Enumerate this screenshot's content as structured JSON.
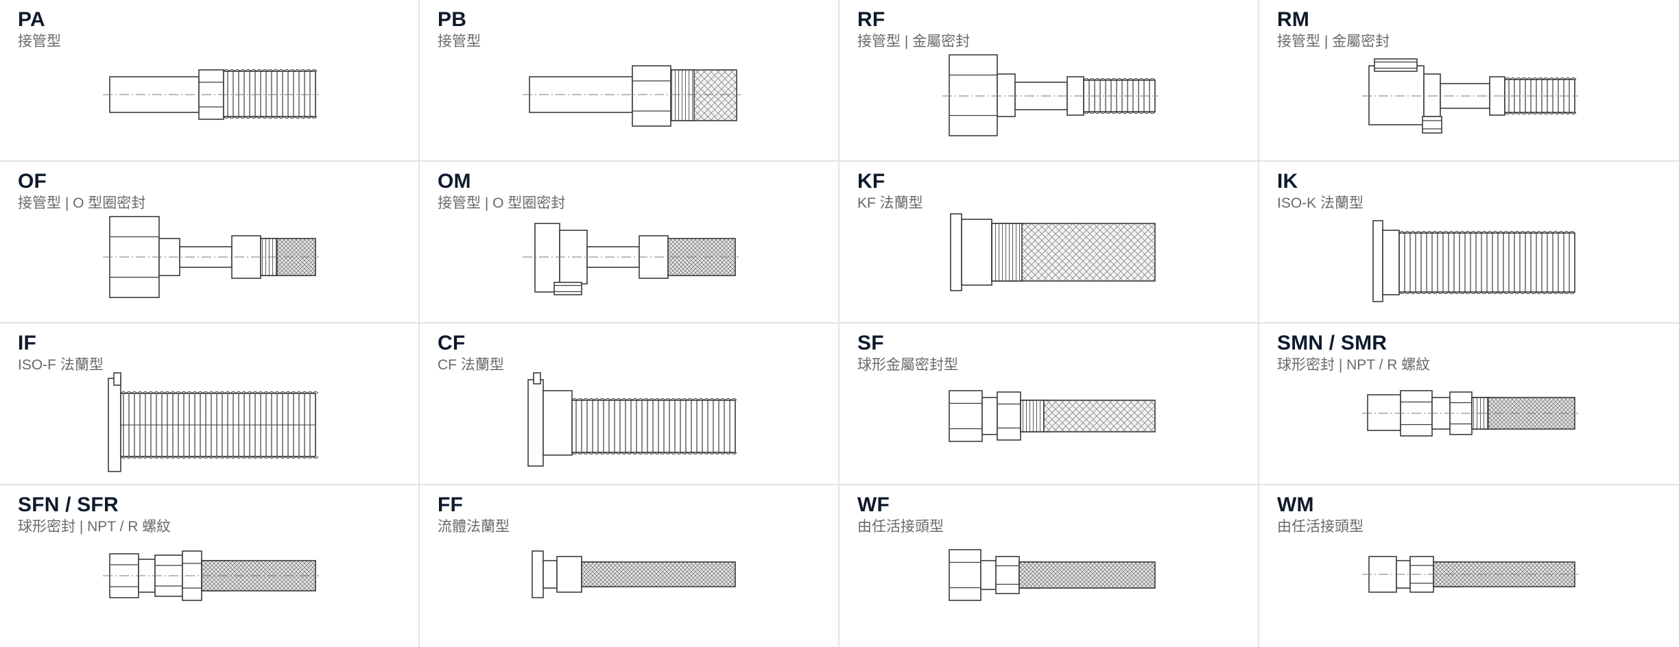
{
  "colors": {
    "line": "#3a3a3a",
    "fill": "#ffffff",
    "code_text": "#0e1a2c",
    "desc_text": "#6a6a6a",
    "divider": "#e3e3e3"
  },
  "fittings": [
    {
      "code": "PA",
      "desc": "接管型",
      "icon": "pipe-stub-corrugated-hose-icon",
      "kind": "pa"
    },
    {
      "code": "PB",
      "desc": "接管型",
      "icon": "pipe-stub-braided-hose-icon",
      "kind": "pb"
    },
    {
      "code": "RF",
      "desc": "接管型 | 金屬密封",
      "icon": "female-nut-pipe-metal-seal-icon",
      "kind": "rf"
    },
    {
      "code": "RM",
      "desc": "接管型 | 金屬密封",
      "icon": "male-nut-pipe-metal-seal-icon",
      "kind": "rm"
    },
    {
      "code": "OF",
      "desc": "接管型 | O 型圈密封",
      "icon": "female-nut-pipe-o-ring-icon",
      "kind": "of"
    },
    {
      "code": "OM",
      "desc": "接管型 | O 型圈密封",
      "icon": "male-nut-pipe-o-ring-icon",
      "kind": "om"
    },
    {
      "code": "KF",
      "desc": "KF 法蘭型",
      "icon": "kf-flange-braided-hose-icon",
      "kind": "kf"
    },
    {
      "code": "IK",
      "desc": "ISO-K 法蘭型",
      "icon": "iso-k-flange-corrugated-hose-icon",
      "kind": "ik"
    },
    {
      "code": "IF",
      "desc": "ISO-F 法蘭型",
      "icon": "iso-f-flange-corrugated-hose-icon",
      "kind": "if"
    },
    {
      "code": "CF",
      "desc": "CF 法蘭型",
      "icon": "cf-flange-corrugated-hose-icon",
      "kind": "cf"
    },
    {
      "code": "SF",
      "desc": "球形金屬密封型",
      "icon": "spherical-metal-seal-hose-icon",
      "kind": "sf"
    },
    {
      "code": "SMN / SMR",
      "desc": "球形密封 | NPT / R 螺紋",
      "icon": "spherical-seal-male-thread-icon",
      "kind": "smn"
    },
    {
      "code": "SFN / SFR",
      "desc": "球形密封 | NPT / R 螺紋",
      "icon": "spherical-seal-female-thread-icon",
      "kind": "sfn"
    },
    {
      "code": "FF",
      "desc": "流體法蘭型",
      "icon": "fluid-flange-hose-icon",
      "kind": "ff"
    },
    {
      "code": "WF",
      "desc": "由任活接頭型",
      "icon": "union-female-hose-icon",
      "kind": "wf"
    },
    {
      "code": "WM",
      "desc": "由任活接頭型",
      "icon": "union-male-hose-icon",
      "kind": "wm"
    }
  ]
}
